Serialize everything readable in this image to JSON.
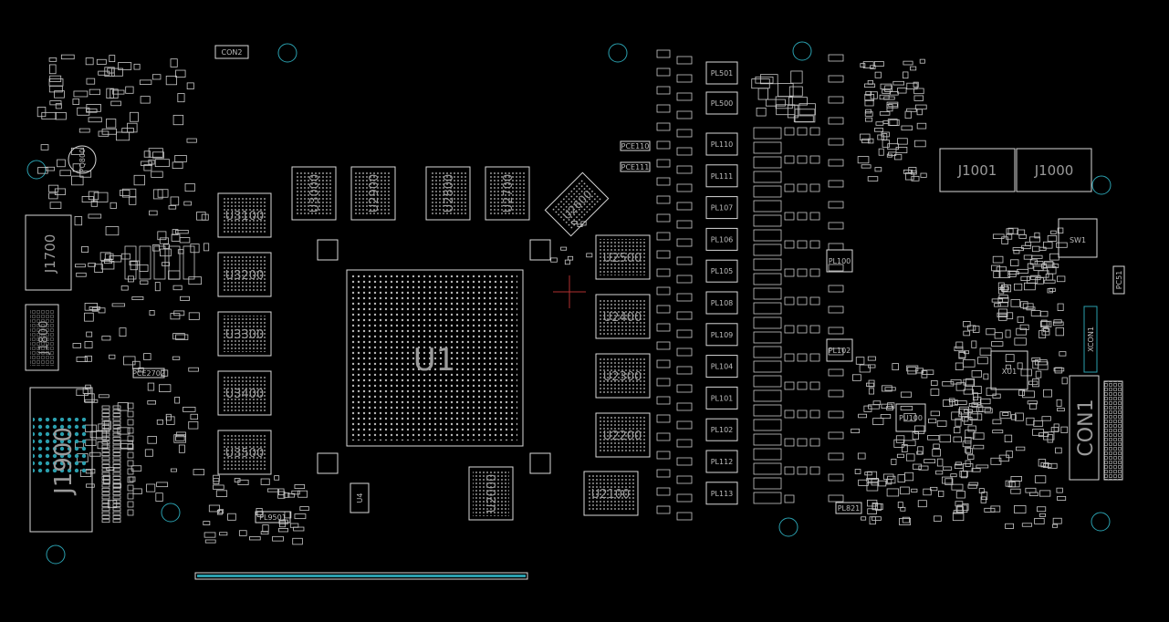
{
  "colors": {
    "background": "#000000",
    "outline": "#d8d8d8",
    "pad": "#c8c8c8",
    "via": "#2a9fae",
    "label": "#9a9a9a",
    "cursor": "#b03030"
  },
  "gpu": {
    "label": "U1"
  },
  "memory_left": [
    {
      "ref": "U3100"
    },
    {
      "ref": "U3200"
    },
    {
      "ref": "U3300"
    },
    {
      "ref": "U3400"
    },
    {
      "ref": "U3500"
    }
  ],
  "memory_top": [
    {
      "ref": "U3000"
    },
    {
      "ref": "U2900"
    },
    {
      "ref": "U2800"
    },
    {
      "ref": "U2700"
    }
  ],
  "memory_rotated": {
    "ref": "U2600"
  },
  "memory_right": [
    {
      "ref": "U2500"
    },
    {
      "ref": "U2400"
    },
    {
      "ref": "U2300"
    },
    {
      "ref": "U2200"
    },
    {
      "ref": "U2100"
    }
  ],
  "memory_bottom": {
    "ref": "U2000"
  },
  "connectors": {
    "j1700": "J1700",
    "j1800": "J1800",
    "j1900": "J1900",
    "j1001": "J1001",
    "j1000": "J1000",
    "con1": "CON1"
  },
  "chips": {
    "xu1": "XU1",
    "u4": "U4",
    "pu100": "PU100",
    "sw1": "SW1",
    "xcon1": "XCON1"
  },
  "inductors": [
    "PL110",
    "PL111",
    "PL107",
    "PL106",
    "PL105",
    "PL108",
    "PL109",
    "PL104",
    "PL101",
    "PL102",
    "PL112",
    "PL113"
  ],
  "inductors_top": [
    "PL501",
    "PL500"
  ],
  "small_labels": {
    "pl9501": "PL9501",
    "pl821": "PL821",
    "pce110": "PCE110",
    "pce111": "PCE111",
    "pce2702": "PCE2702",
    "pq800": "PQ800",
    "con2": "CON2",
    "pc51": "PC51",
    "pl100": "PL100",
    "pl102": "PL102"
  }
}
